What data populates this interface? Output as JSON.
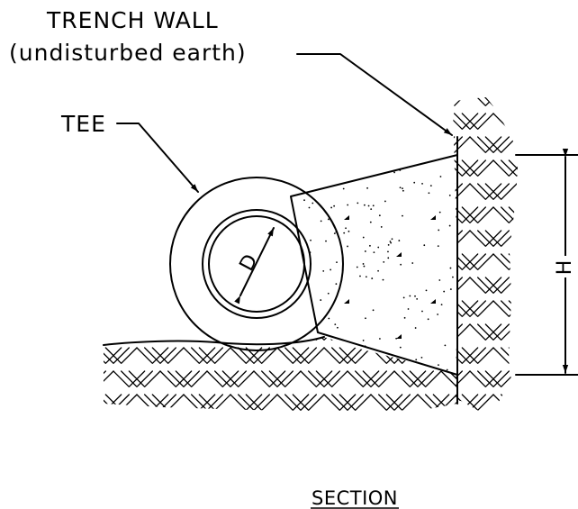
{
  "labels": {
    "trench_wall_line1": "TRENCH WALL",
    "trench_wall_line2": "(undisturbed earth)",
    "tee": "TEE",
    "diameter": "D",
    "height": "H",
    "section": "SECTION"
  }
}
